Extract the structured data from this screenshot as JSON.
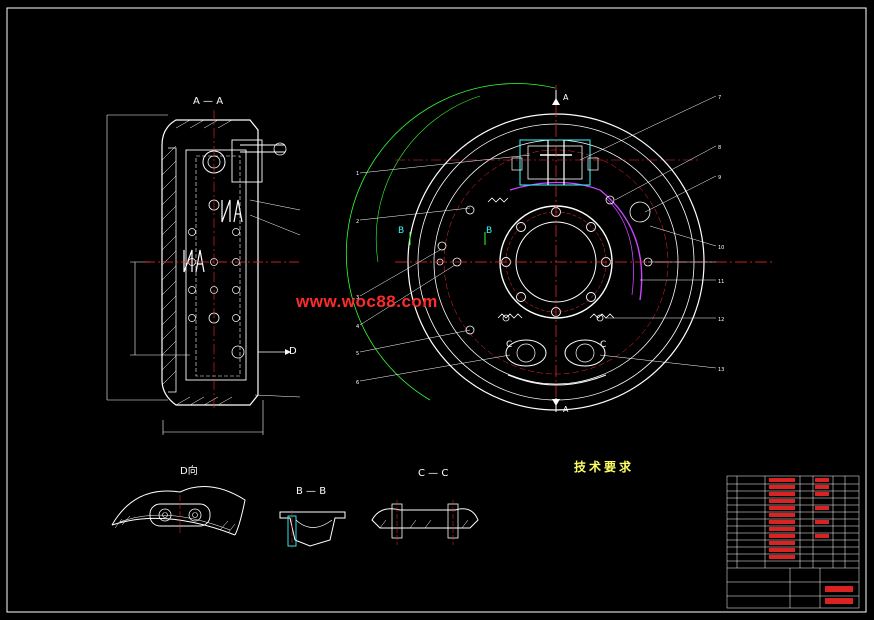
{
  "watermark": "www.woc88.com",
  "section_labels": {
    "aa_top": "A — A",
    "d_view": "D向",
    "bb": "B — B",
    "cc": "C — C",
    "a_top": "A",
    "a_bottom": "A",
    "b_left": "B",
    "b_right": "B",
    "c_left": "C",
    "c_right": "C",
    "d_arrow": "D"
  },
  "tech_requirements": {
    "title": "技术要求"
  },
  "part_numbers_main": [
    "1",
    "2",
    "3",
    "4",
    "5",
    "6",
    "7",
    "8",
    "9",
    "10",
    "11",
    "12",
    "13"
  ],
  "colors": {
    "background": "#000000",
    "outline": "#ffffff",
    "centerline": "#ff2a2a",
    "dimension": "#33ff33",
    "cyan": "#33ffff",
    "magenta": "#cc44ff",
    "yellow_text": "#ffff66"
  }
}
